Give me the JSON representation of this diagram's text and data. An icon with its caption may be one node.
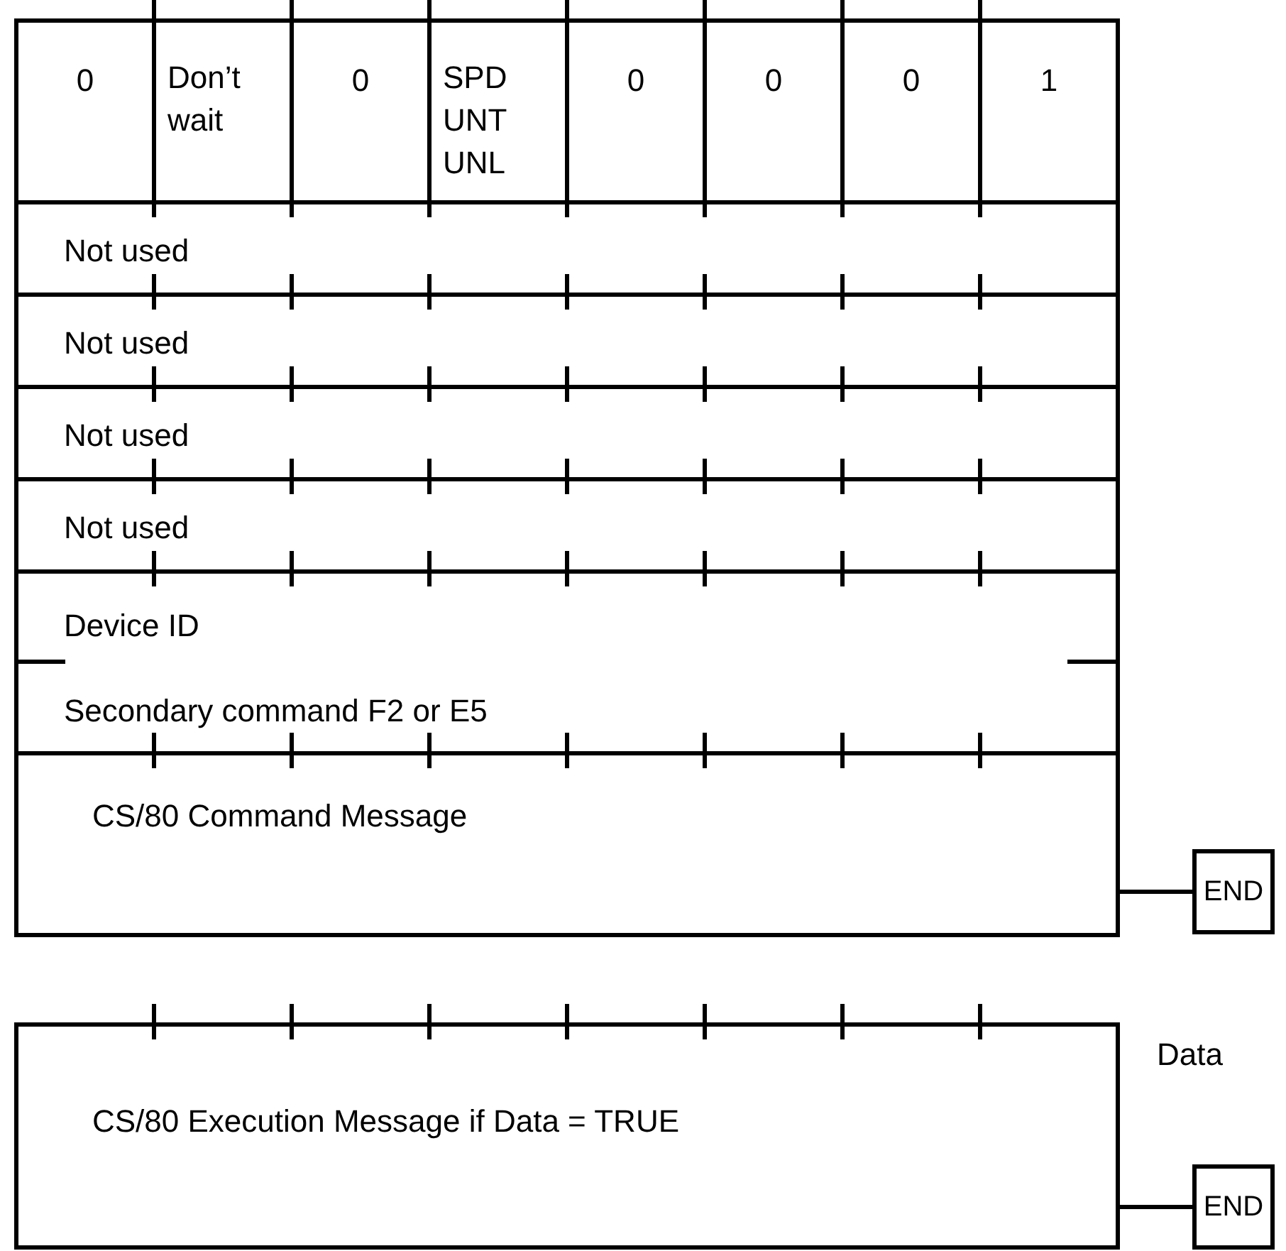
{
  "diagram": {
    "nodes": [
      {
        "text": [
          "0"
        ]
      },
      {
        "text": [
          "Don’t wait"
        ]
      },
      {
        "text": [
          "0"
        ]
      },
      {
        "text": [
          "SPD UNT UNL"
        ]
      },
      {
        "text": [
          "0"
        ]
      },
      {
        "text": [
          "0"
        ]
      },
      {
        "text": [
          "0"
        ]
      },
      {
        "text": [
          "1"
        ]
      },
      {
        "text": [
          "Not used"
        ]
      },
      {
        "text": [
          "Not used"
        ]
      },
      {
        "text": [
          "Not used"
        ]
      },
      {
        "text": [
          "Not used"
        ]
      },
      {
        "text": [
          "Device ID",
          "Secondary command F2 or E5"
        ]
      },
      {
        "text": [
          "CS/80 Command Message"
        ]
      },
      {
        "text": [
          "END"
        ]
      },
      {
        "text": [
          "CS/80 Execution Message if Data = TRUE"
        ]
      },
      {
        "text": [
          "END"
        ]
      }
    ],
    "edges": [
      {
        "from": 13,
        "to": 14,
        "arrow": "none"
      },
      {
        "from": 15,
        "to": 16,
        "arrow": "none"
      }
    ],
    "labels": [
      "Data"
    ]
  }
}
